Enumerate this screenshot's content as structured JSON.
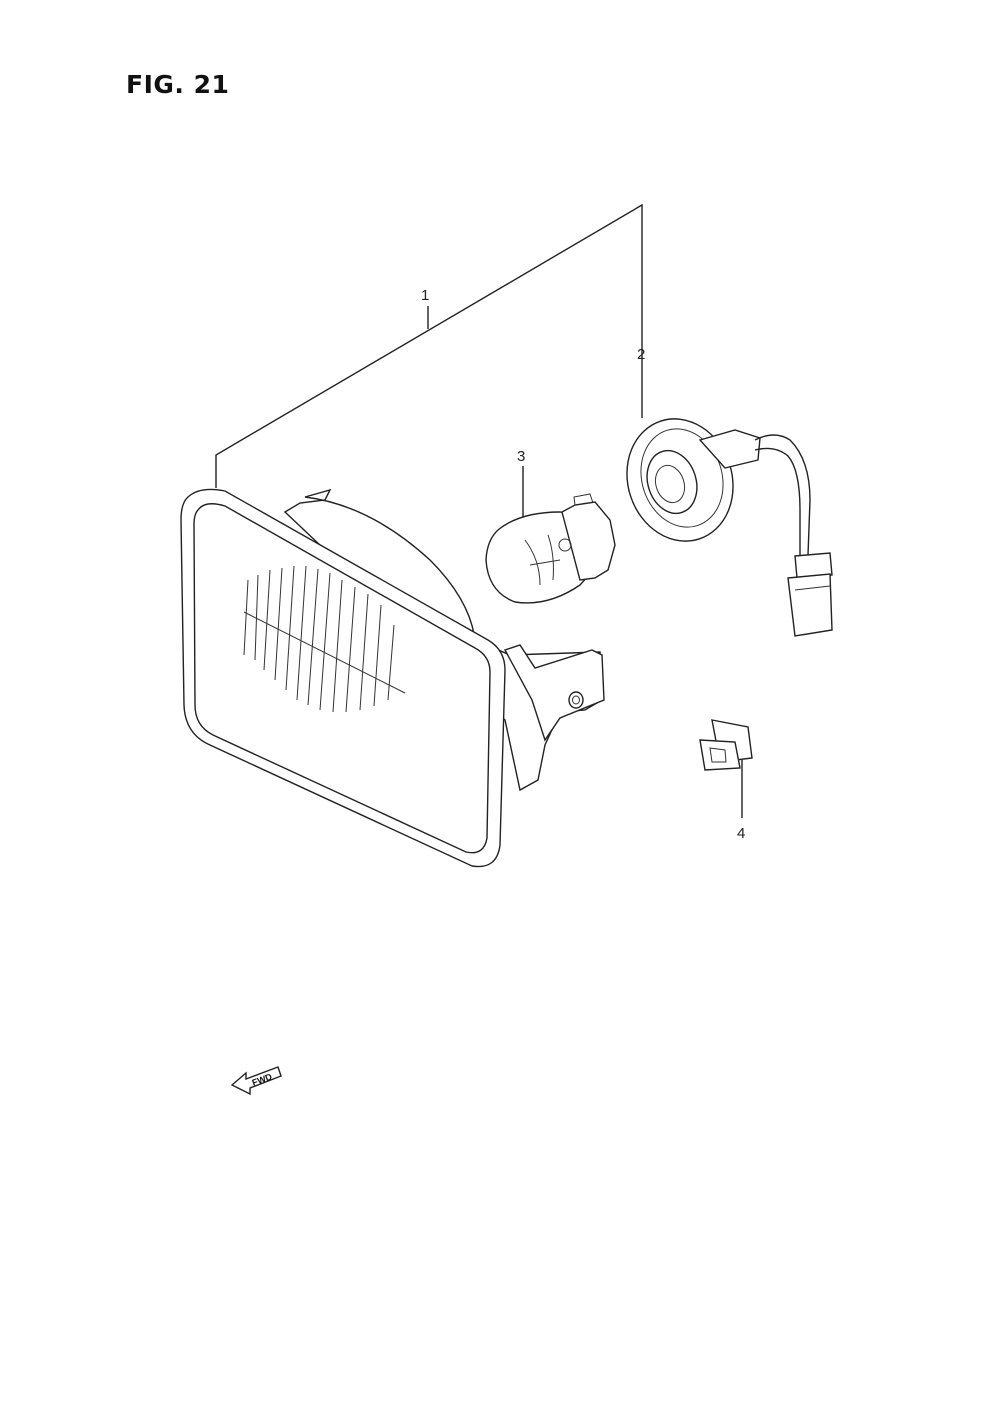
{
  "figure": {
    "title": "FIG. 21"
  },
  "callouts": {
    "part_1": "1",
    "part_2": "2",
    "part_3": "3",
    "part_4": "4"
  },
  "fwd_arrow": {
    "label": "FWD"
  }
}
